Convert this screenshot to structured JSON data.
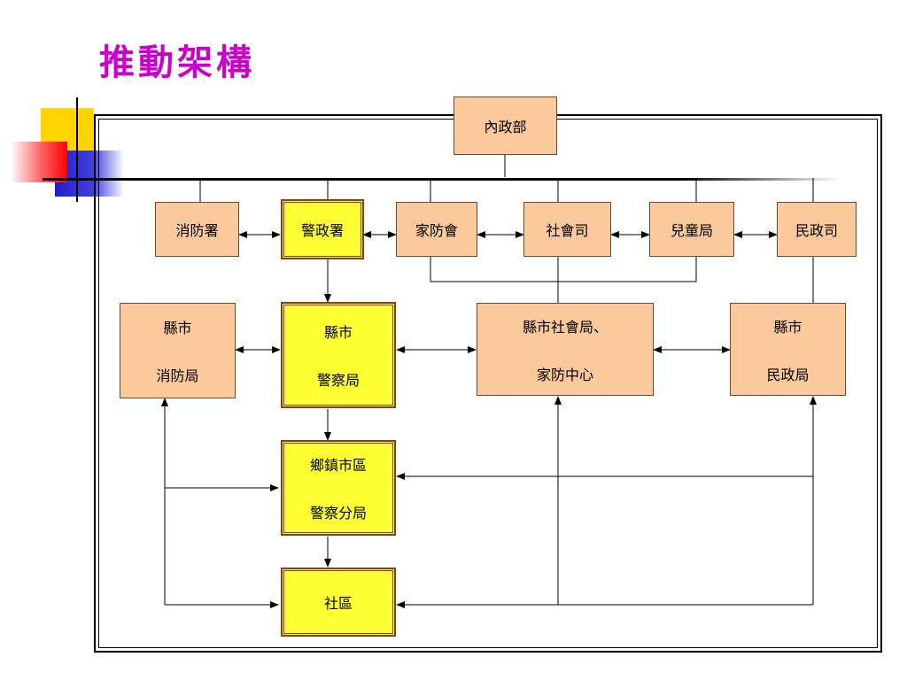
{
  "title": "推動架構",
  "nodes": {
    "moi": "內政部",
    "fire_agency": "消防署",
    "police_agency": "警政署",
    "dv_committee": "家防會",
    "social_dept": "社會司",
    "child_bureau": "兒童局",
    "civil_dept": "民政司",
    "county_fire": [
      "縣市",
      "消防局"
    ],
    "county_police": [
      "縣市",
      "警察局"
    ],
    "county_social": [
      "縣市社會局、",
      "家防中心"
    ],
    "county_civil": [
      "縣市",
      "民政局"
    ],
    "township_police": [
      "鄉鎮市區",
      "警察分局"
    ],
    "community": "社區"
  },
  "colors": {
    "peach": "#fbc99b",
    "yellow": "#ffff33",
    "title": "#cc00cc"
  }
}
